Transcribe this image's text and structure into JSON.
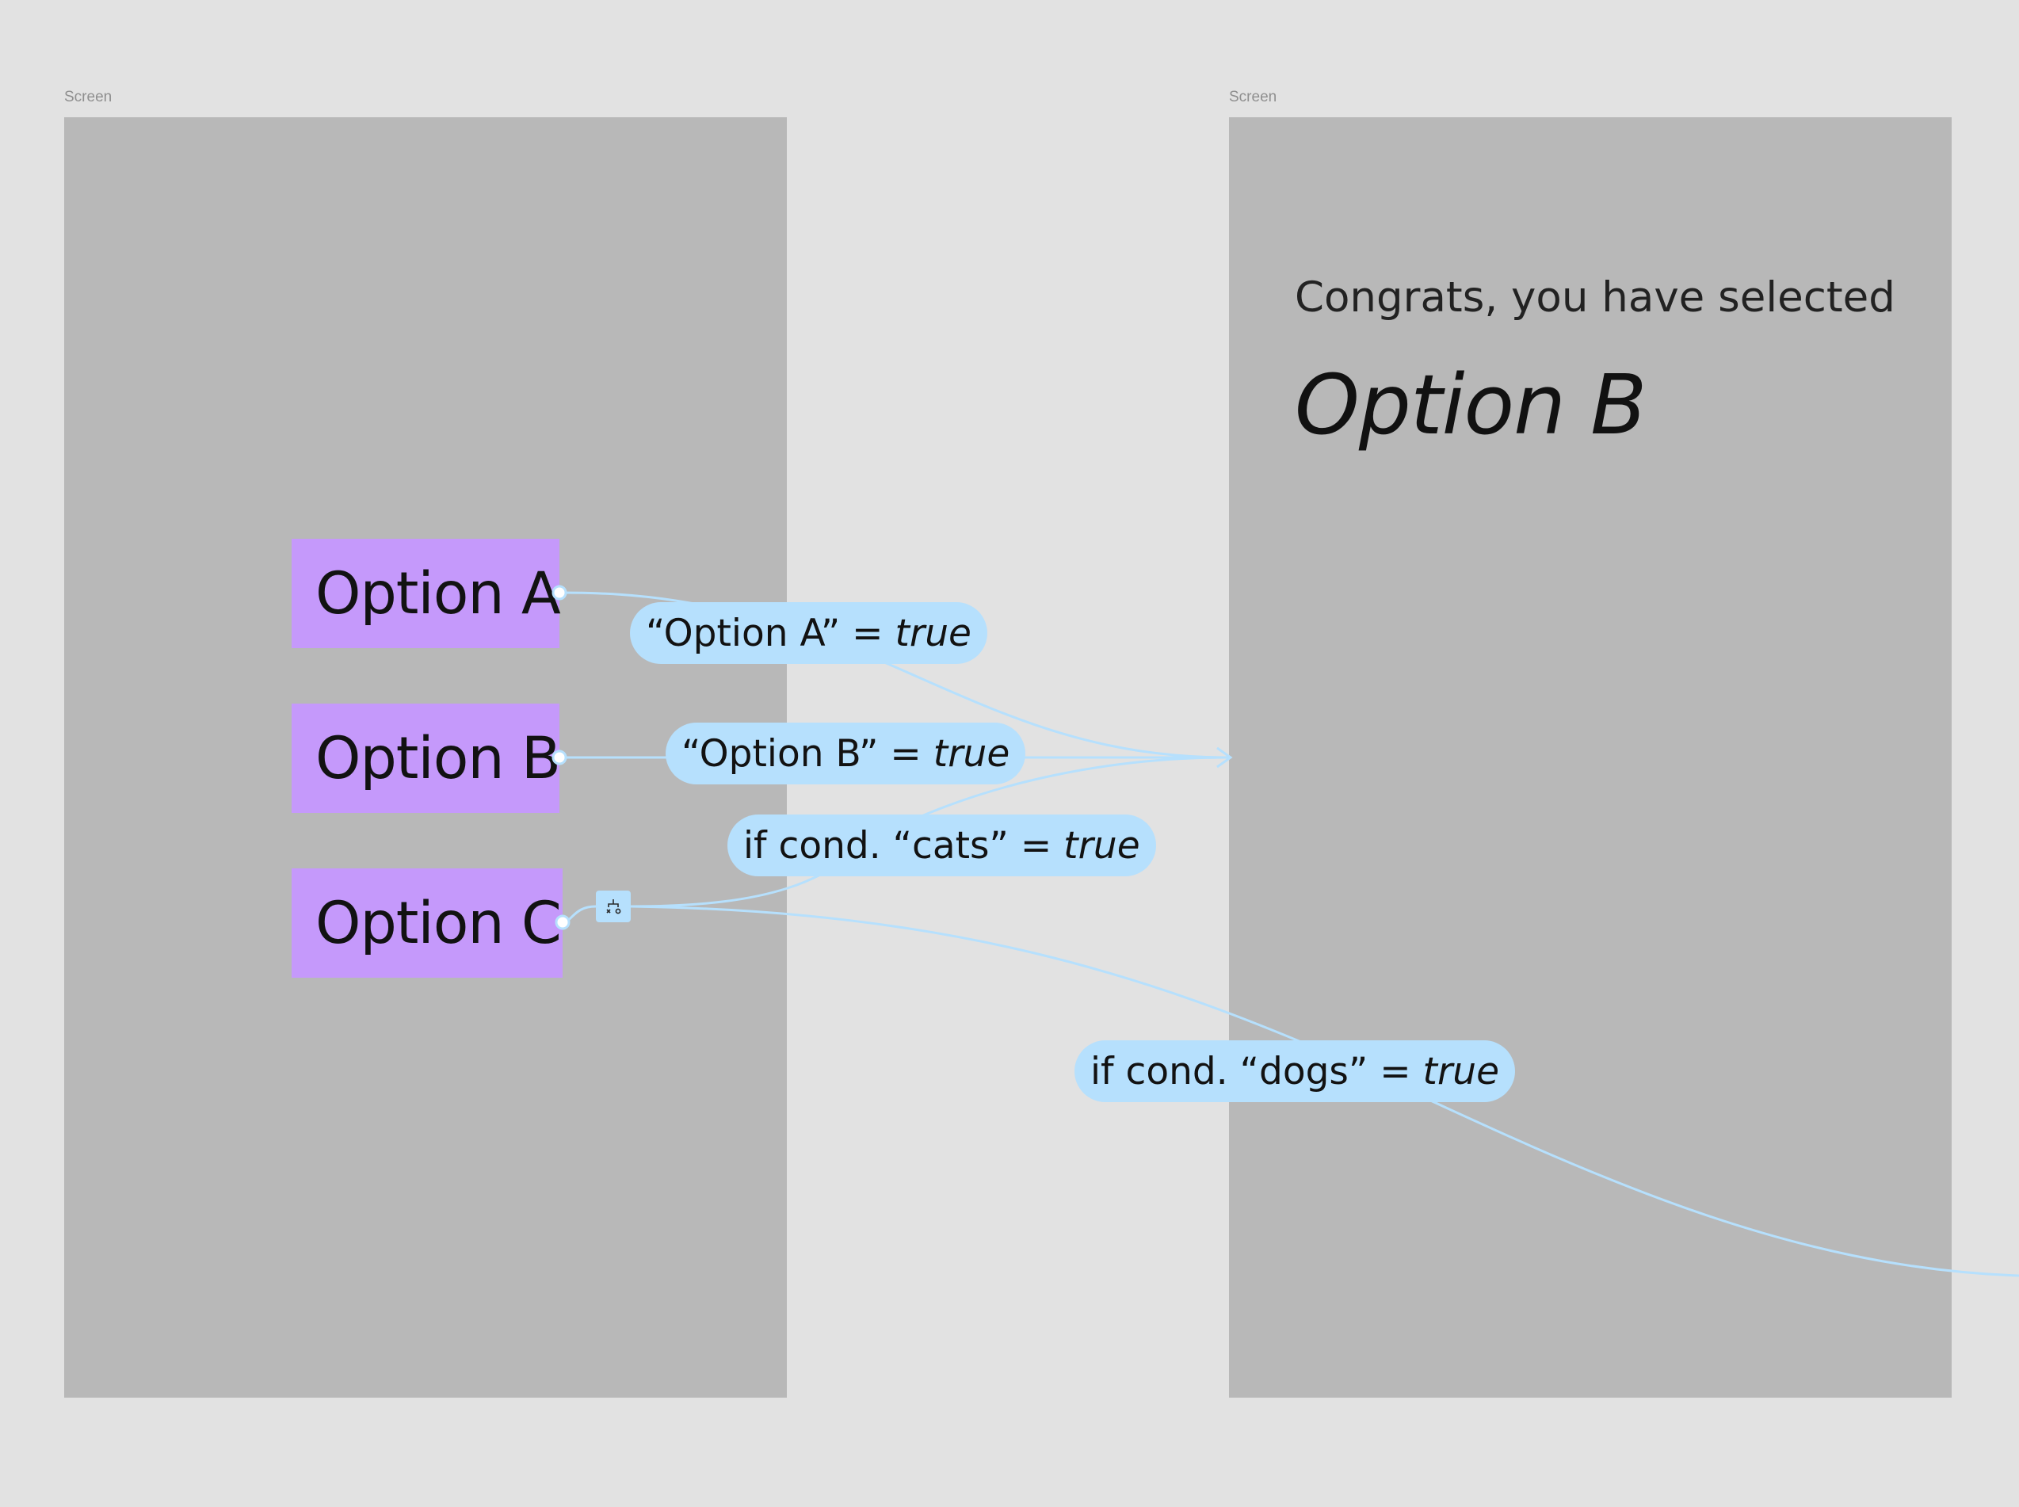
{
  "frames": [
    {
      "label": "Screen"
    },
    {
      "label": "Screen"
    }
  ],
  "options": {
    "a": "Option A",
    "b": "Option B",
    "c": "Option C"
  },
  "result": {
    "congrats": "Congrats, you have selected",
    "selected": "Option B"
  },
  "connections": {
    "a": {
      "condition": "“Option A” =",
      "value": "true"
    },
    "b": {
      "condition": "“Option B” =",
      "value": "true"
    },
    "cats": {
      "condition": "if cond. “cats” =",
      "value": "true"
    },
    "dogs": {
      "condition": "if cond. “dogs” =",
      "value": "true"
    }
  },
  "colors": {
    "canvas": "#e2e2e2",
    "frame": "#b8b8b8",
    "option_fill": "#c599fb",
    "connector": "#b6e0fd"
  },
  "icons": {
    "branch": "conditional-branch-icon"
  }
}
